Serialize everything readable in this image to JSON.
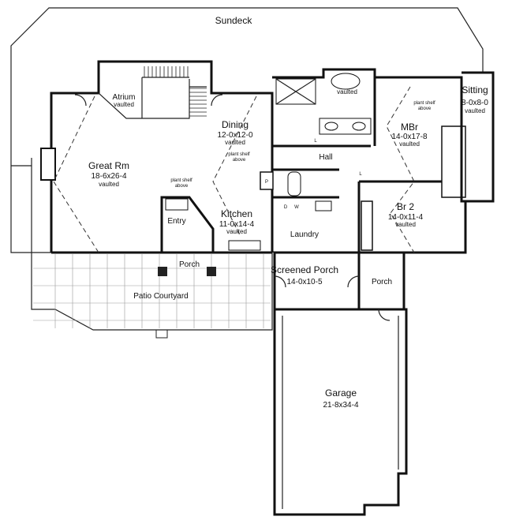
{
  "plan": {
    "rooms": {
      "sundeck": {
        "name": "Sundeck"
      },
      "atrium": {
        "name": "Atrium",
        "note": "vaulted"
      },
      "great_rm": {
        "name": "Great Rm",
        "dims": "18-6x26-4",
        "note": "vaulted"
      },
      "dining": {
        "name": "Dining",
        "dims": "12-0x12-0",
        "note": "vaulted"
      },
      "kitchen": {
        "name": "Kitchen",
        "dims": "11-0x14-4",
        "note": "vaulted"
      },
      "entry": {
        "name": "Entry"
      },
      "laundry": {
        "name": "Laundry"
      },
      "hall": {
        "name": "Hall"
      },
      "bath": {
        "note": "vaulted"
      },
      "mbr": {
        "name": "MBr",
        "dims": "14-0x17-8",
        "note": "vaulted"
      },
      "sitting": {
        "name": "Sitting",
        "dims": "8-0x8-0",
        "note": "vaulted"
      },
      "br2": {
        "name": "Br 2",
        "dims": "14-0x11-4",
        "note": "vaulted"
      },
      "porch_front": {
        "name": "Porch"
      },
      "patio": {
        "name": "Patio Courtyard"
      },
      "screened_porch": {
        "name": "Screened Porch",
        "dims": "14-0x10-5"
      },
      "porch_side": {
        "name": "Porch"
      },
      "garage": {
        "name": "Garage",
        "dims": "21-8x34-4"
      }
    },
    "notes": {
      "plant_shelf_1": [
        "plant shelf",
        "above"
      ],
      "plant_shelf_2": [
        "plant shelf",
        "above"
      ],
      "plant_shelf_3": [
        "plant shelf",
        "above"
      ],
      "washer": "W",
      "dryer": "D",
      "pantry": "P",
      "linen_1": "L",
      "linen_2": "L"
    }
  }
}
